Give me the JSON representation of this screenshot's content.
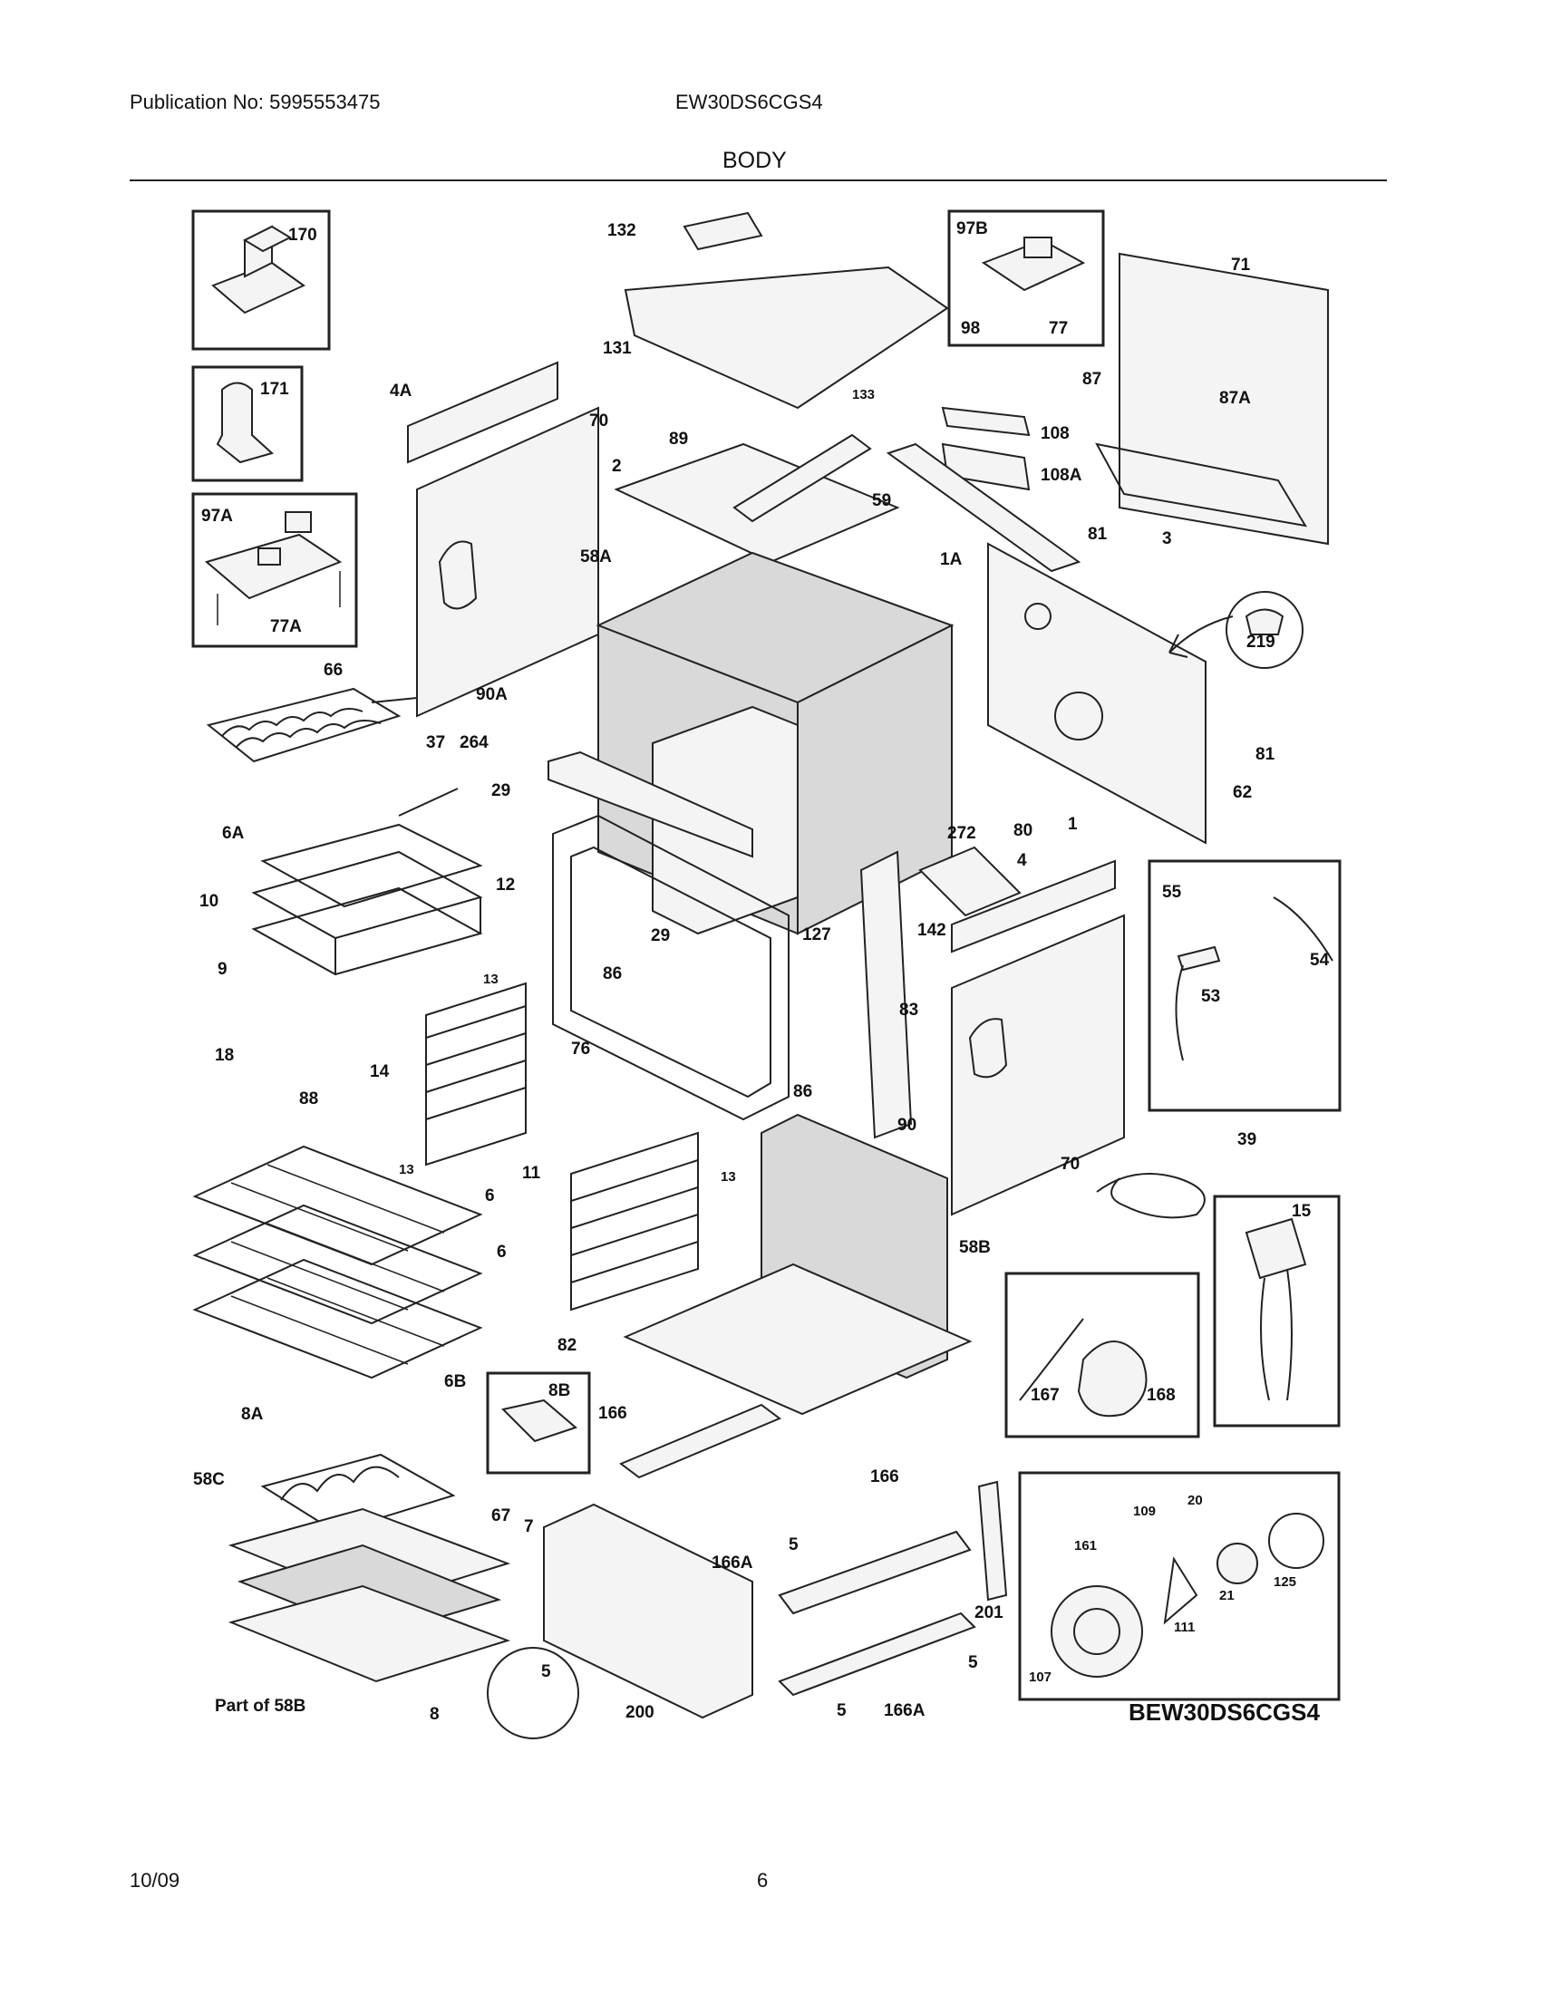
{
  "header": {
    "publication": "Publication No: 5995553475",
    "model": "EW30DS6CGS4",
    "section": "BODY"
  },
  "footer": {
    "date": "10/09",
    "page": "6"
  },
  "diagram": {
    "code": "BEW30DS6CGS4",
    "labels": {
      "p170": "170",
      "p171": "171",
      "p97A": "97A",
      "p77A": "77A",
      "p66": "66",
      "p37": "37",
      "p6A": "6A",
      "p10": "10",
      "p9": "9",
      "p13a": "13",
      "p13b": "13",
      "p13c": "13",
      "p18": "18",
      "p14": "14",
      "p88": "88",
      "p6a": "6",
      "p6b": "6",
      "p6B": "6B",
      "p11": "11",
      "p8A": "8A",
      "p58C": "58C",
      "p67": "67",
      "p7": "7",
      "pPart58B": "Part of 58B",
      "p8": "8",
      "p8B": "8B",
      "p132": "132",
      "p131": "131",
      "p133": "133",
      "p4A": "4A",
      "p70a": "70",
      "p89": "89",
      "p2": "2",
      "p59": "59",
      "p58A": "58A",
      "p90A": "90A",
      "p264": "264",
      "p29a": "29",
      "p12": "12",
      "p29b": "29",
      "p127": "127",
      "p86a": "86",
      "p76": "76",
      "p86b": "86",
      "p83": "83",
      "p90": "90",
      "p142": "142",
      "p97B": "97B",
      "p98": "98",
      "p77": "77",
      "p71": "71",
      "p87": "87",
      "p87A": "87A",
      "p108": "108",
      "p108A": "108A",
      "p1A": "1A",
      "p81a": "81",
      "p3": "3",
      "p219": "219",
      "p81b": "81",
      "p62": "62",
      "p272": "272",
      "p80": "80",
      "p1": "1",
      "p4": "4",
      "p55": "55",
      "p54": "54",
      "p53": "53",
      "p70b": "70",
      "p39": "39",
      "p15": "15",
      "p58B": "58B",
      "p82": "82",
      "p166a": "166",
      "p166b": "166",
      "p166Aa": "166A",
      "p166Ab": "166A",
      "p5a": "5",
      "p5b": "5",
      "p5c": "5",
      "p5d": "5",
      "p200": "200",
      "p201": "201",
      "p167": "167",
      "p168": "168",
      "p20": "20",
      "p109": "109",
      "p161": "161",
      "p125": "125",
      "p21": "21",
      "p111": "111",
      "p107": "107"
    }
  }
}
